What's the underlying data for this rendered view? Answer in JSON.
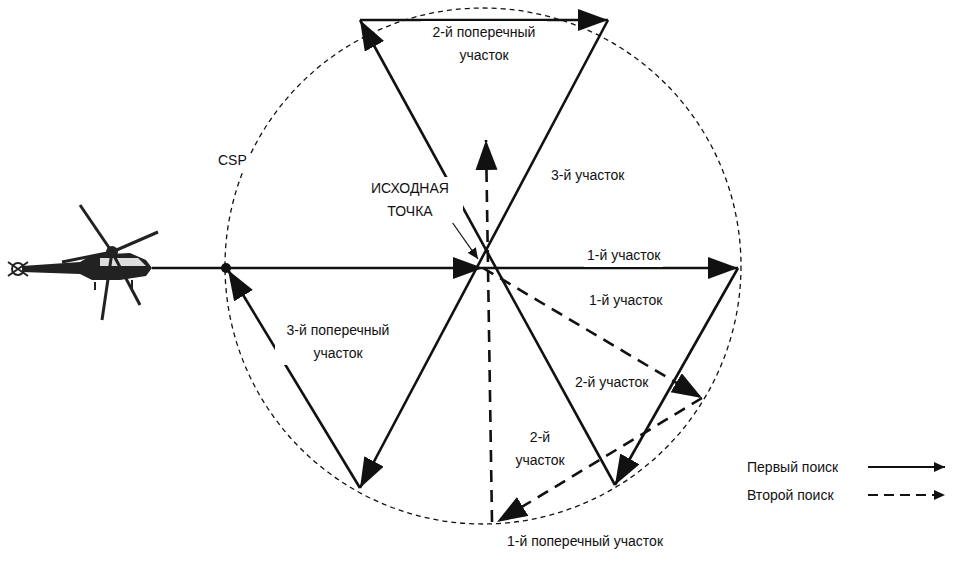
{
  "diagram": {
    "labels": [
      "2-й поперечный участок",
      "3-й участок",
      "CSP",
      "ИСХОДНАЯ ТОЧКА",
      "1-й участок",
      "1-й участок",
      "3-й поперечный участок",
      "2-й участок",
      "2-й участок",
      "1-й поперечный участок"
    ],
    "legend": [
      {
        "text": "Первый поиск"
      },
      {
        "text": "Второй поиск"
      }
    ]
  }
}
